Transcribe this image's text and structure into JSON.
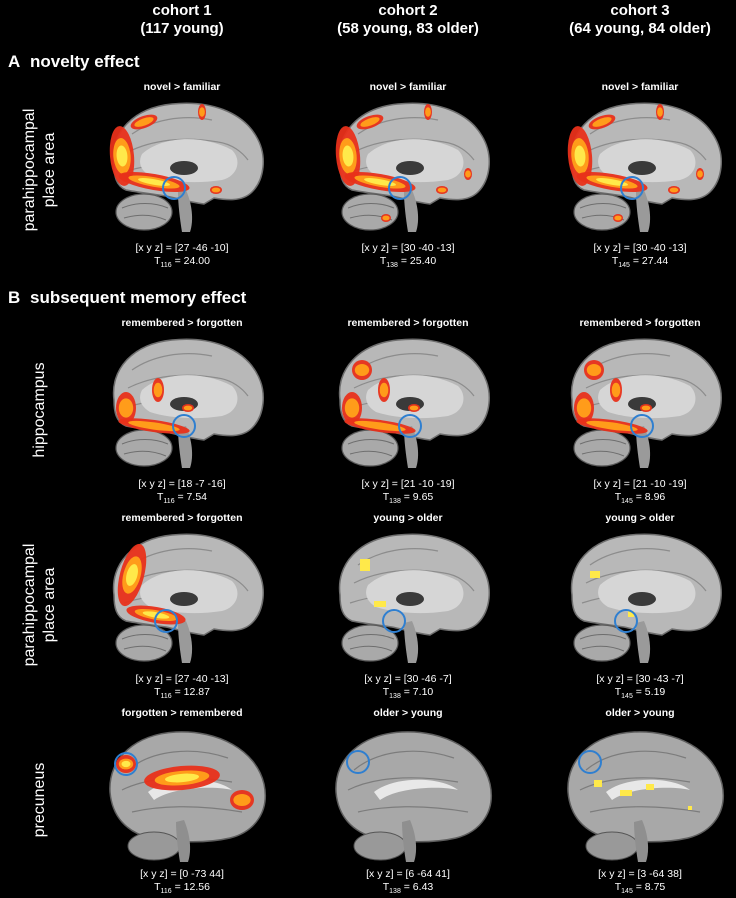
{
  "columns": [
    {
      "title": "cohort 1",
      "subtitle": "(117 young)"
    },
    {
      "title": "cohort 2",
      "subtitle": "(58 young, 83 older)"
    },
    {
      "title": "cohort 3",
      "subtitle": "(64 young, 84 older)"
    }
  ],
  "sections": {
    "a": {
      "letter": "A",
      "title": "novelty effect"
    },
    "b": {
      "letter": "B",
      "title": "subsequent memory effect"
    }
  },
  "rows": [
    {
      "label": "parahippocampal\nplace area",
      "view": "lateral",
      "panels": [
        {
          "contrast": "novel > familiar",
          "coords": "[x y z] = [27 -46 -10]",
          "t_df": "116",
          "t_val": "= 24.00"
        },
        {
          "contrast": "novel > familiar",
          "coords": "[x y z] = [30 -40 -13]",
          "t_df": "138",
          "t_val": "= 25.40"
        },
        {
          "contrast": "novel > familiar",
          "coords": "[x y z] = [30 -40 -13]",
          "t_df": "145",
          "t_val": "= 27.44"
        }
      ]
    },
    {
      "label": "hippocampus",
      "view": "lateral",
      "panels": [
        {
          "contrast": "remembered > forgotten",
          "coords": "[x y z] = [18 -7 -16]",
          "t_df": "116",
          "t_val": "= 7.54"
        },
        {
          "contrast": "remembered > forgotten",
          "coords": "[x y z] = [21 -10 -19]",
          "t_df": "138",
          "t_val": "= 9.65"
        },
        {
          "contrast": "remembered > forgotten",
          "coords": "[x y z] = [21 -10 -19]",
          "t_df": "145",
          "t_val": "= 8.96"
        }
      ]
    },
    {
      "label": "parahippocampal\nplace area",
      "view": "lateral",
      "panels": [
        {
          "contrast": "remembered > forgotten",
          "coords": "[x y z] = [27 -40 -13]",
          "t_df": "116",
          "t_val": "= 12.87"
        },
        {
          "contrast": "young > older",
          "coords": "[x y z] = [30 -46 -7]",
          "t_df": "138",
          "t_val": "= 7.10"
        },
        {
          "contrast": "young > older",
          "coords": "[x y z] = [30 -43 -7]",
          "t_df": "145",
          "t_val": "= 5.19"
        }
      ]
    },
    {
      "label": "precuneus",
      "view": "medial",
      "panels": [
        {
          "contrast": "forgotten > remembered",
          "coords": "[x y z] = [0 -73 44]",
          "t_df": "116",
          "t_val": "= 12.56"
        },
        {
          "contrast": "older > young",
          "coords": "[x y z] = [6 -64 41]",
          "t_df": "138",
          "t_val": "= 6.43"
        },
        {
          "contrast": "older > young",
          "coords": "[x y z] = [3 -64 38]",
          "t_df": "145",
          "t_val": "= 8.75"
        }
      ]
    }
  ],
  "colors": {
    "background": "#000000",
    "roi_circle": "#2f7fd0",
    "activation_hot": "#ffe94a",
    "activation_mid": "#ff9c1a",
    "activation_low": "#e8301a"
  }
}
